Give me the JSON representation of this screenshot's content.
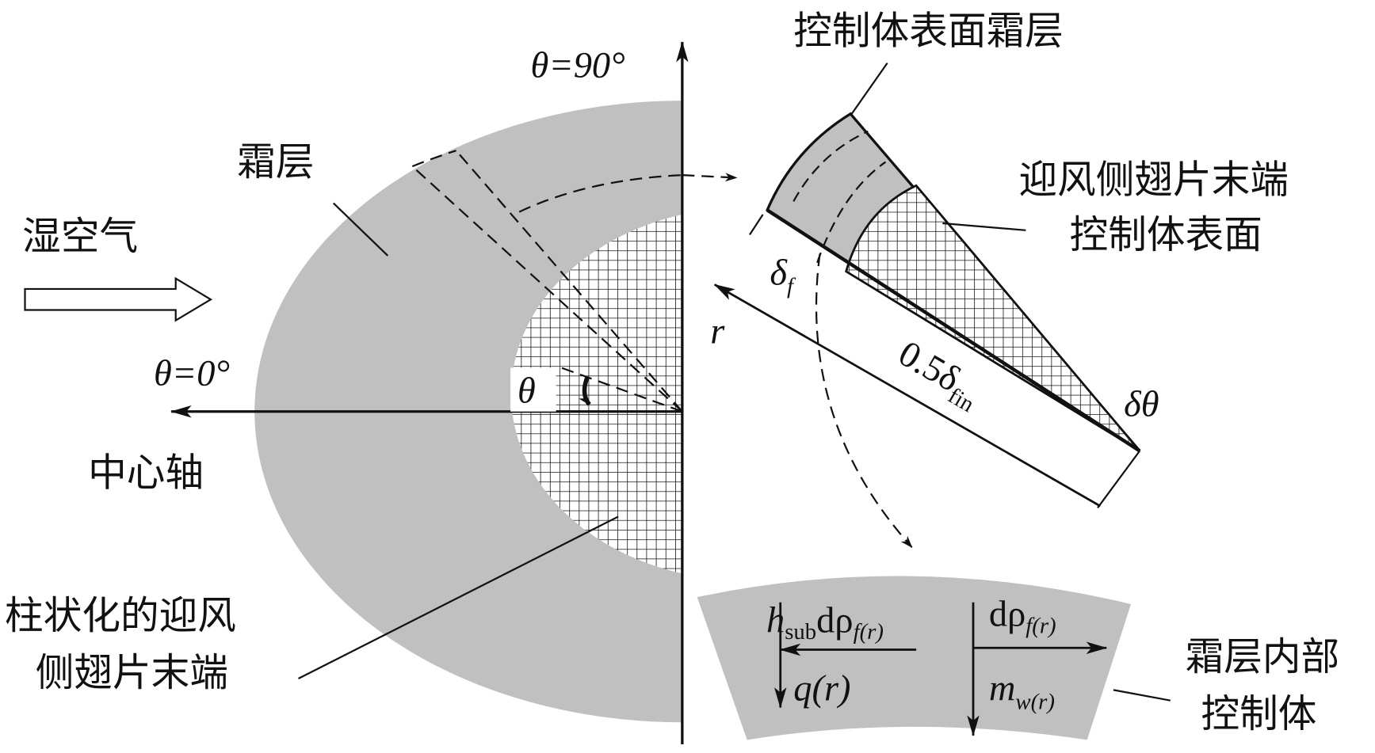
{
  "labels": {
    "theta90": "θ=90°",
    "theta0": "θ=0°",
    "frost": "霜层",
    "humid_air": "湿空气",
    "center_axis": "中心轴",
    "theta": "θ",
    "cv_surface_frost": "控制体表面霜层",
    "fin_tip_cv_line1": "迎风侧翅片末端",
    "fin_tip_cv_line2": "控制体表面",
    "delta_f": "δ",
    "delta_f_sub": "f",
    "r": "r",
    "half_fin": "0.5δ",
    "half_fin_sub": "fin",
    "delta_theta": "δθ",
    "cyl_fin_line1": "柱状化的迎风",
    "cyl_fin_line2": "侧翅片末端",
    "inner_cv_line1": "霜层内部",
    "inner_cv_line2": "控制体",
    "h_sub": "h",
    "h_sub_sub": "sub",
    "d_rho_left": "dρ",
    "f_r": "f(r)",
    "q_r": "q(r)",
    "d_rho_right": "dρ",
    "m": "m",
    "w_r": "w(r)"
  },
  "colors": {
    "frost": "#c0c0c0",
    "line": "#111111"
  }
}
